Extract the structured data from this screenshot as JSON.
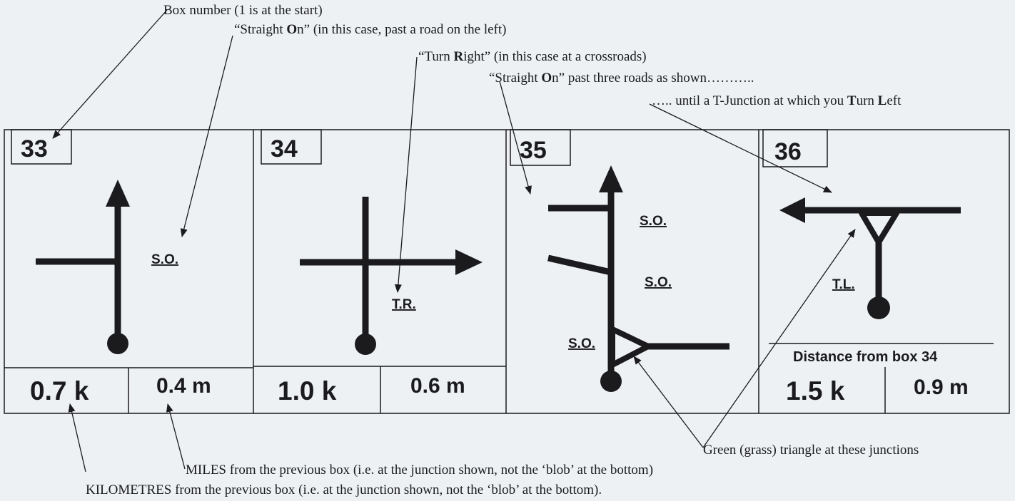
{
  "annotations": {
    "box_number": "Box number (1 is at the start)",
    "straight_on_left": {
      "pre": "“Straight ",
      "b": "O",
      "post": "n” (in this case, past a road on the left)"
    },
    "turn_right": {
      "pre": "“Turn ",
      "b": "R",
      "post": "ight” (in this case at a crossroads)"
    },
    "straight_on_three": {
      "pre": "“Straight ",
      "b": "O",
      "post": "n” past three roads as shown……….."
    },
    "t_junction": {
      "pre": "….. until a T-Junction at which you ",
      "b1": "T",
      "mid": "urn ",
      "b2": "L",
      "post": "eft"
    },
    "green_triangle": "Green (grass) triangle at these junctions",
    "miles": "MILES from the previous box (i.e. at the junction shown, not the ‘blob’ at the bottom)",
    "kilometres": "KILOMETRES from the previous box (i.e. at the junction shown, not the ‘blob’ at the bottom)."
  },
  "boxes": [
    {
      "number": "33",
      "labels": [
        "S.O."
      ],
      "km": "0.7 k",
      "miles": "0.4 m"
    },
    {
      "number": "34",
      "labels": [
        "T.R."
      ],
      "km": "1.0 k",
      "miles": "0.6 m"
    },
    {
      "number": "35",
      "labels": [
        "S.O.",
        "S.O.",
        "S.O."
      ]
    },
    {
      "number": "36",
      "labels": [
        "T.L."
      ],
      "distance_note": "Distance from box 34",
      "km": "1.5 k",
      "miles": "0.9 m"
    }
  ],
  "colors": {
    "ink": "#1b1b1e",
    "paper": "#eef1f4"
  }
}
